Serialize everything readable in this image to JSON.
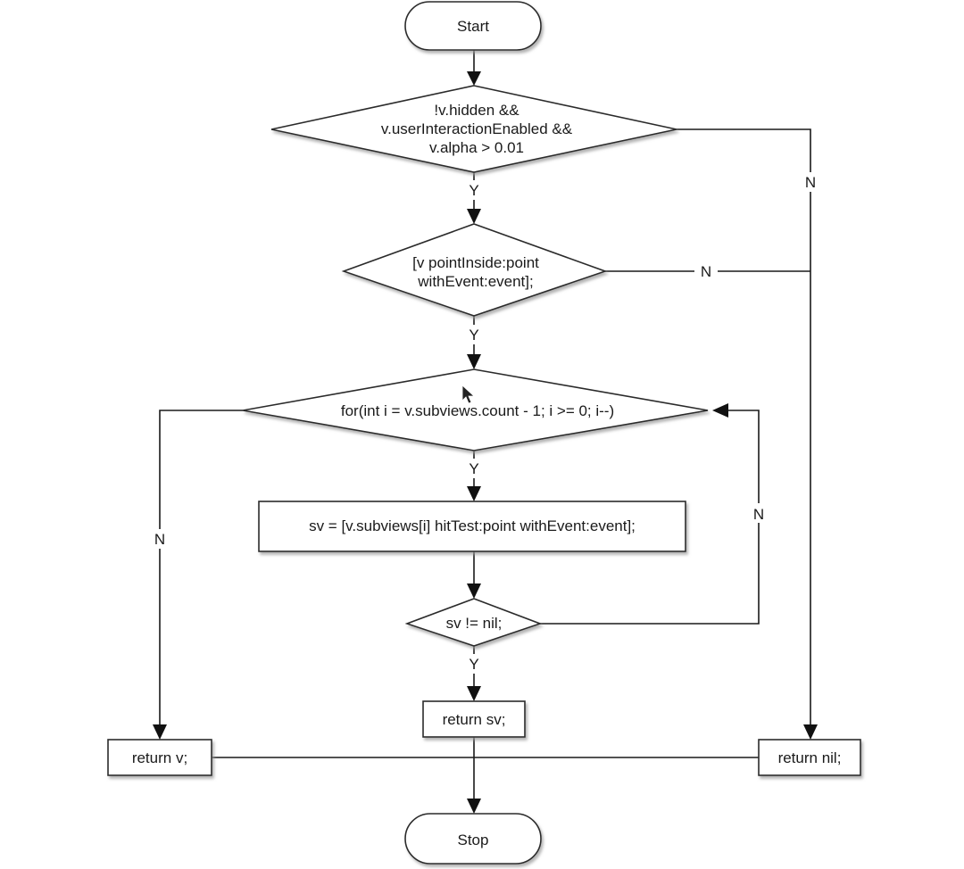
{
  "nodes": {
    "start": "Start",
    "check_visible": [
      "!v.hidden &&",
      "v.userInteractionEnabled &&",
      "v.alpha > 0.01"
    ],
    "point_inside": [
      "[v pointInside:point",
      "withEvent:event];"
    ],
    "for_loop": "for(int i = v.subviews.count - 1; i >= 0; i--)",
    "hit_test": "sv = [v.subviews[i] hitTest:point withEvent:event];",
    "sv_not_nil": "sv != nil;",
    "return_sv": "return sv;",
    "return_v": "return v;",
    "return_nil": "return nil;",
    "stop": "Stop"
  },
  "edge_labels": {
    "yes": "Y",
    "no": "N"
  },
  "colors": {
    "stroke": "#2b2b2b",
    "shadow": "#9a9a9a",
    "background": "#ffffff"
  }
}
